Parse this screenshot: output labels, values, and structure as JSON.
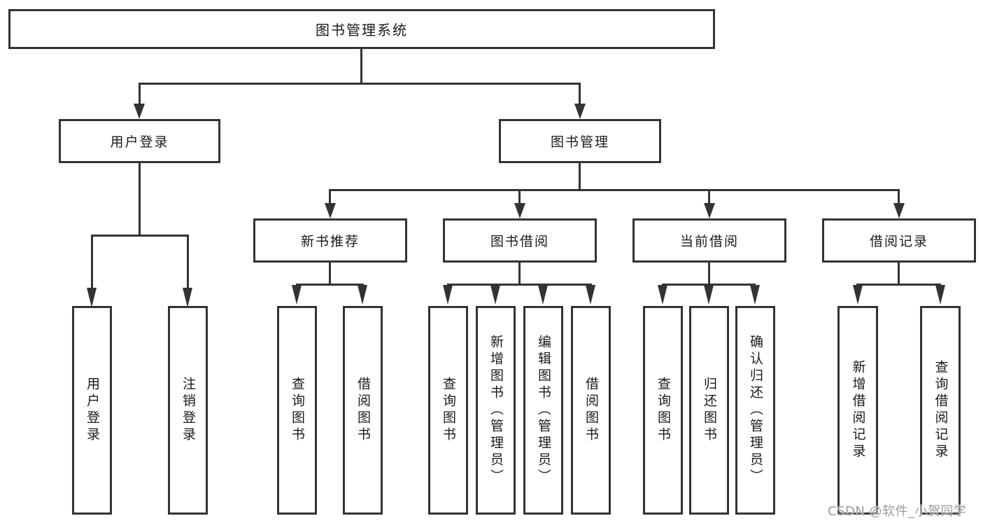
{
  "diagram_title": "图书管理系统",
  "nodes": {
    "root": "图书管理系统",
    "user_login": "用户登录",
    "book_management": "图书管理",
    "new_book_recommend": "新书推荐",
    "book_borrow": "图书借阅",
    "current_borrow": "当前借阅",
    "borrow_record": "借阅记录",
    "leaf_user_login": "用户登录",
    "leaf_logout": "注销登录",
    "leaf_nbr_query_books": "查询图书",
    "leaf_nbr_borrow_books": "借阅图书",
    "leaf_bb_query_books": "查询图书",
    "leaf_bb_add_books_admin": "新增图书（管理员）",
    "leaf_bb_edit_books_admin": "编辑图书（管理员）",
    "leaf_bb_borrow_books": "借阅图书",
    "leaf_cb_query_books": "查询图书",
    "leaf_cb_return_books": "归还图书",
    "leaf_cb_confirm_return_admin": "确认归还（管理员）",
    "leaf_br_add_record": "新增借阅记录",
    "leaf_br_query_record": "查询借阅记录"
  },
  "hierarchy": {
    "图书管理系统": {
      "用户登录": [
        "用户登录",
        "注销登录"
      ],
      "图书管理": {
        "新书推荐": [
          "查询图书",
          "借阅图书"
        ],
        "图书借阅": [
          "查询图书",
          "新增图书（管理员）",
          "编辑图书（管理员）",
          "借阅图书"
        ],
        "当前借阅": [
          "查询图书",
          "归还图书",
          "确认归还（管理员）"
        ],
        "借阅记录": [
          "新增借阅记录",
          "查询借阅记录"
        ]
      }
    }
  },
  "watermark": "CSDN @软件_小贺同学",
  "colors": {
    "line": "#333333",
    "box_border": "#333333",
    "box_fill": "#ffffff",
    "text": "#1a1a1a",
    "watermark": "#9b9b9b",
    "background": "#ffffff"
  }
}
